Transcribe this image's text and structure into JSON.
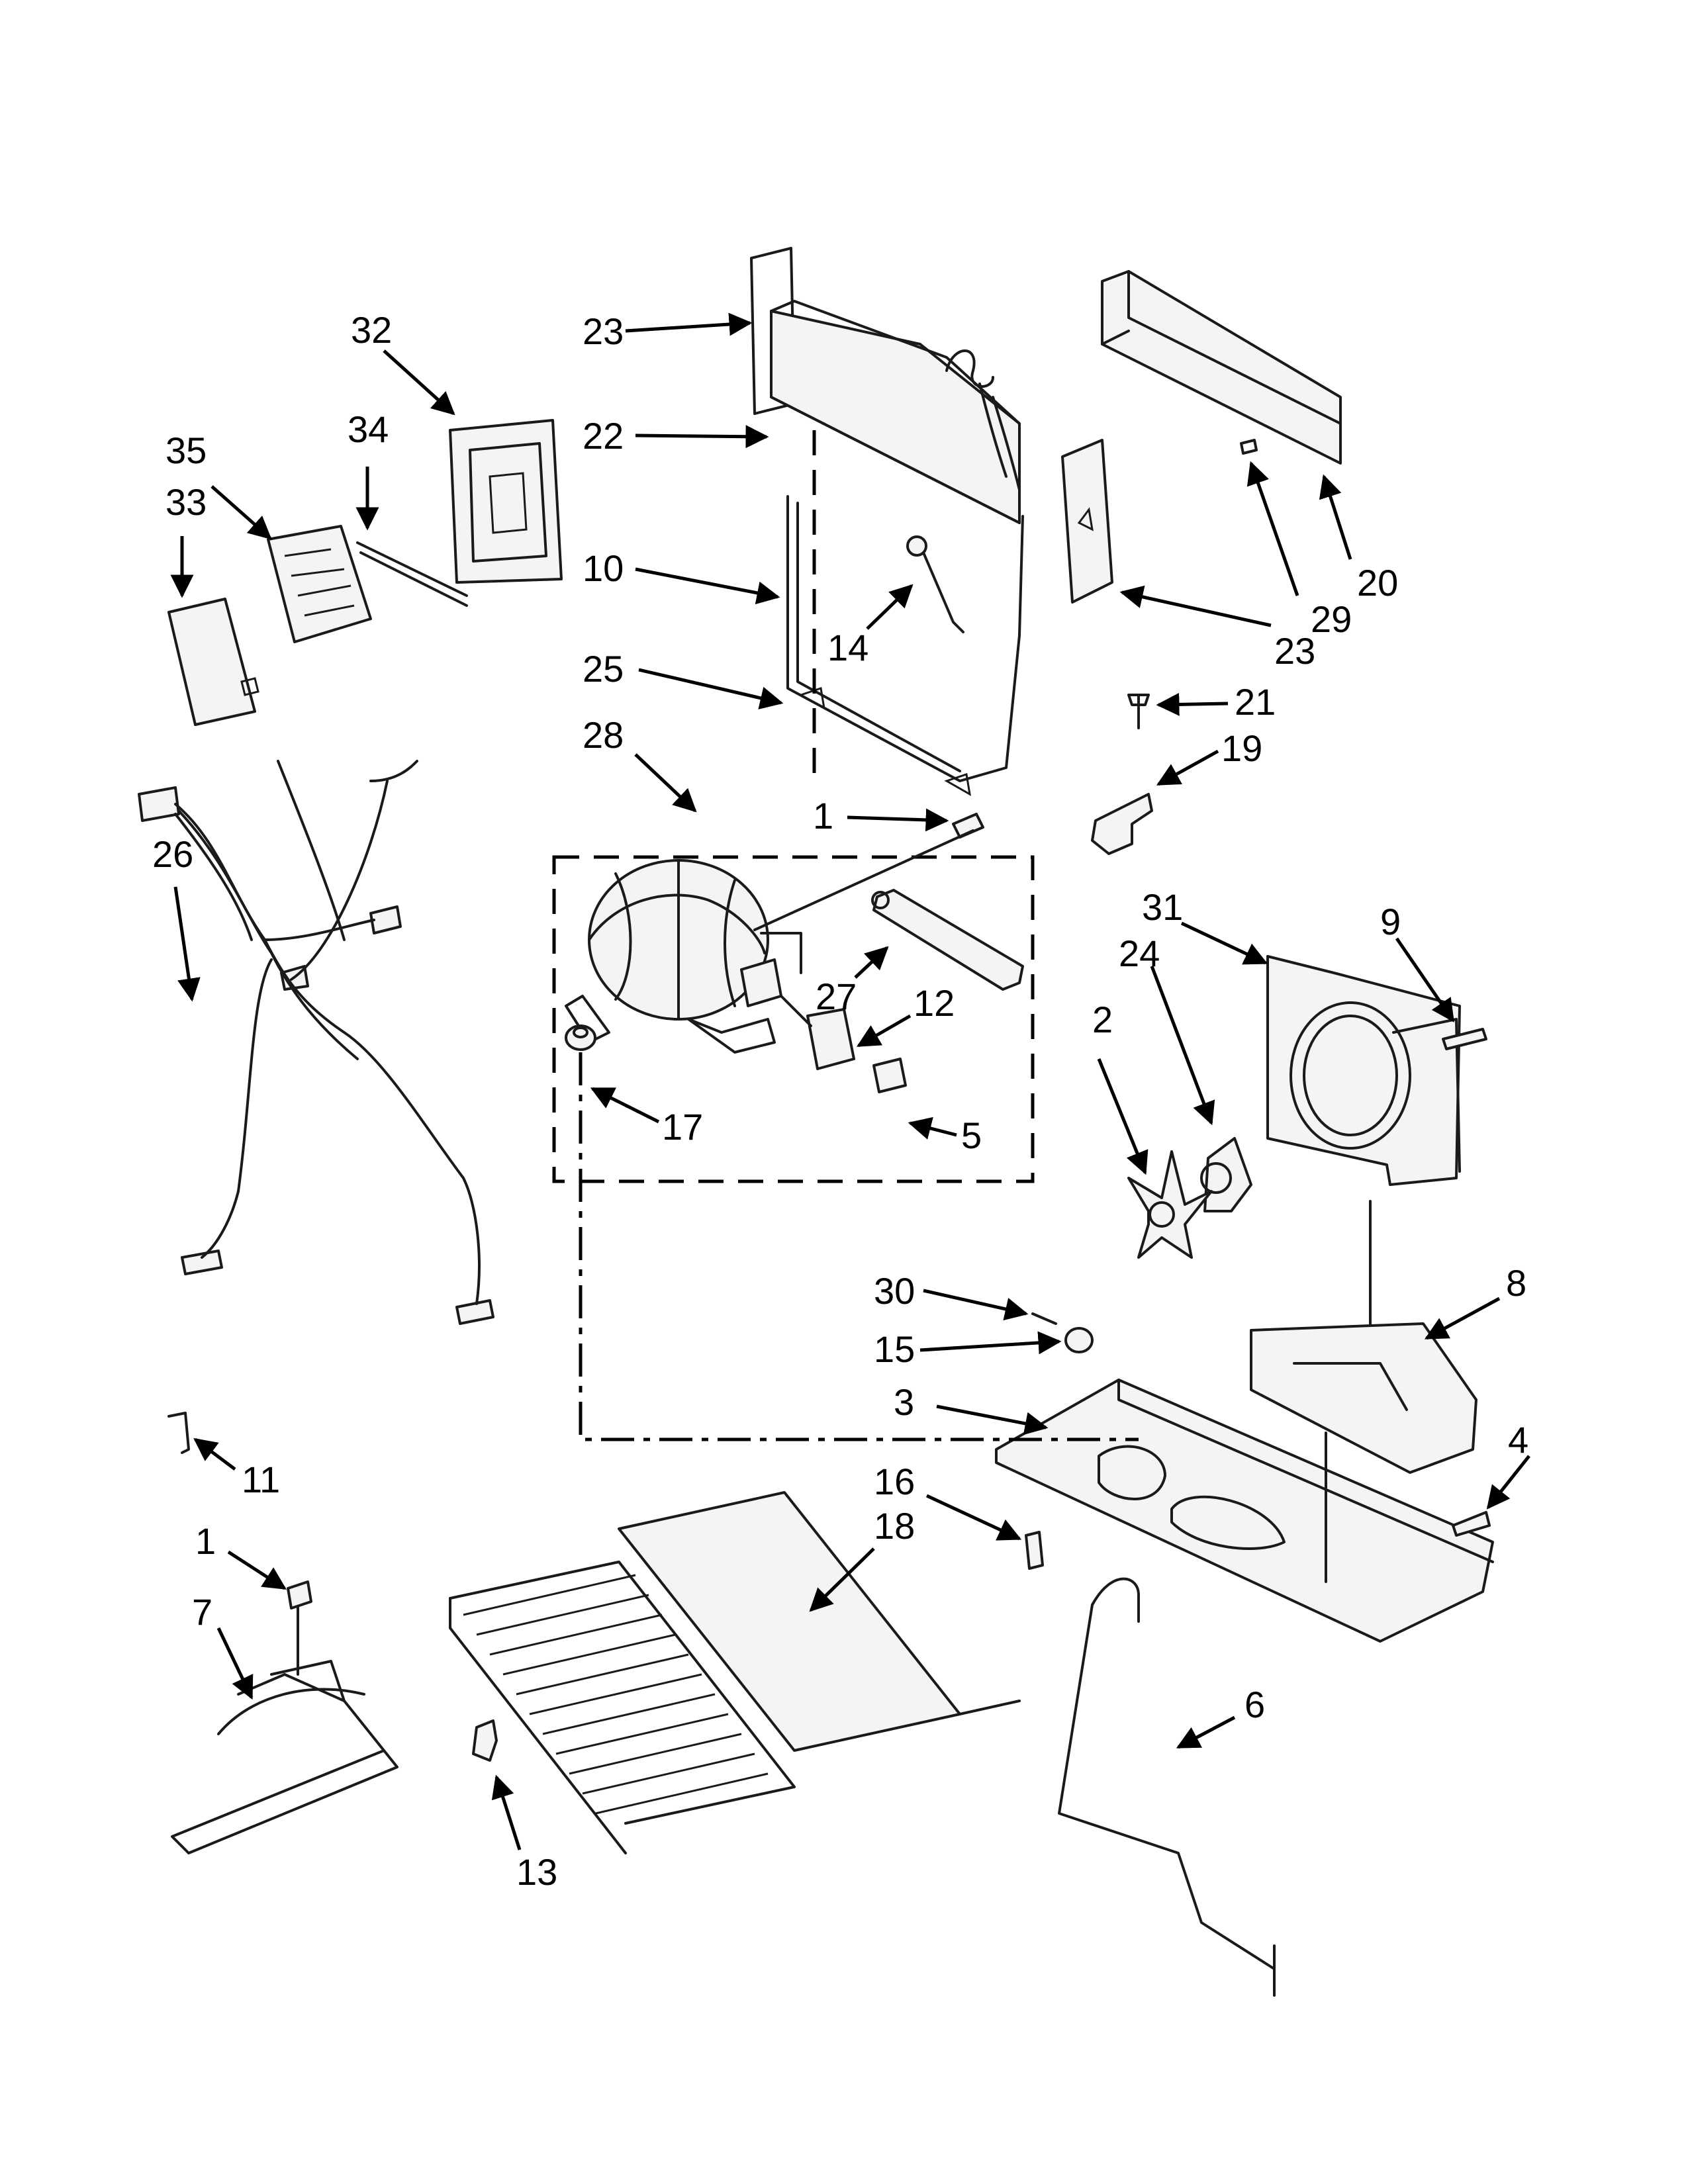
{
  "diagram": {
    "type": "exploded-parts-diagram",
    "callouts": [
      {
        "id": "c1a",
        "label": "1"
      },
      {
        "id": "c1b",
        "label": "1"
      },
      {
        "id": "c2",
        "label": "2"
      },
      {
        "id": "c3",
        "label": "3"
      },
      {
        "id": "c4",
        "label": "4"
      },
      {
        "id": "c5",
        "label": "5"
      },
      {
        "id": "c6",
        "label": "6"
      },
      {
        "id": "c7",
        "label": "7"
      },
      {
        "id": "c8",
        "label": "8"
      },
      {
        "id": "c9",
        "label": "9"
      },
      {
        "id": "c10",
        "label": "10"
      },
      {
        "id": "c11",
        "label": "11"
      },
      {
        "id": "c12",
        "label": "12"
      },
      {
        "id": "c13",
        "label": "13"
      },
      {
        "id": "c14",
        "label": "14"
      },
      {
        "id": "c15",
        "label": "15"
      },
      {
        "id": "c16",
        "label": "16"
      },
      {
        "id": "c17",
        "label": "17"
      },
      {
        "id": "c18",
        "label": "18"
      },
      {
        "id": "c19",
        "label": "19"
      },
      {
        "id": "c20",
        "label": "20"
      },
      {
        "id": "c21",
        "label": "21"
      },
      {
        "id": "c22",
        "label": "22"
      },
      {
        "id": "c23a",
        "label": "23"
      },
      {
        "id": "c23b",
        "label": "23"
      },
      {
        "id": "c24",
        "label": "24"
      },
      {
        "id": "c25",
        "label": "25"
      },
      {
        "id": "c26",
        "label": "26"
      },
      {
        "id": "c27",
        "label": "27"
      },
      {
        "id": "c28",
        "label": "28"
      },
      {
        "id": "c29",
        "label": "29"
      },
      {
        "id": "c30",
        "label": "30"
      },
      {
        "id": "c31",
        "label": "31"
      },
      {
        "id": "c32",
        "label": "32"
      },
      {
        "id": "c33",
        "label": "33"
      },
      {
        "id": "c34",
        "label": "34"
      },
      {
        "id": "c35",
        "label": "35"
      }
    ]
  }
}
